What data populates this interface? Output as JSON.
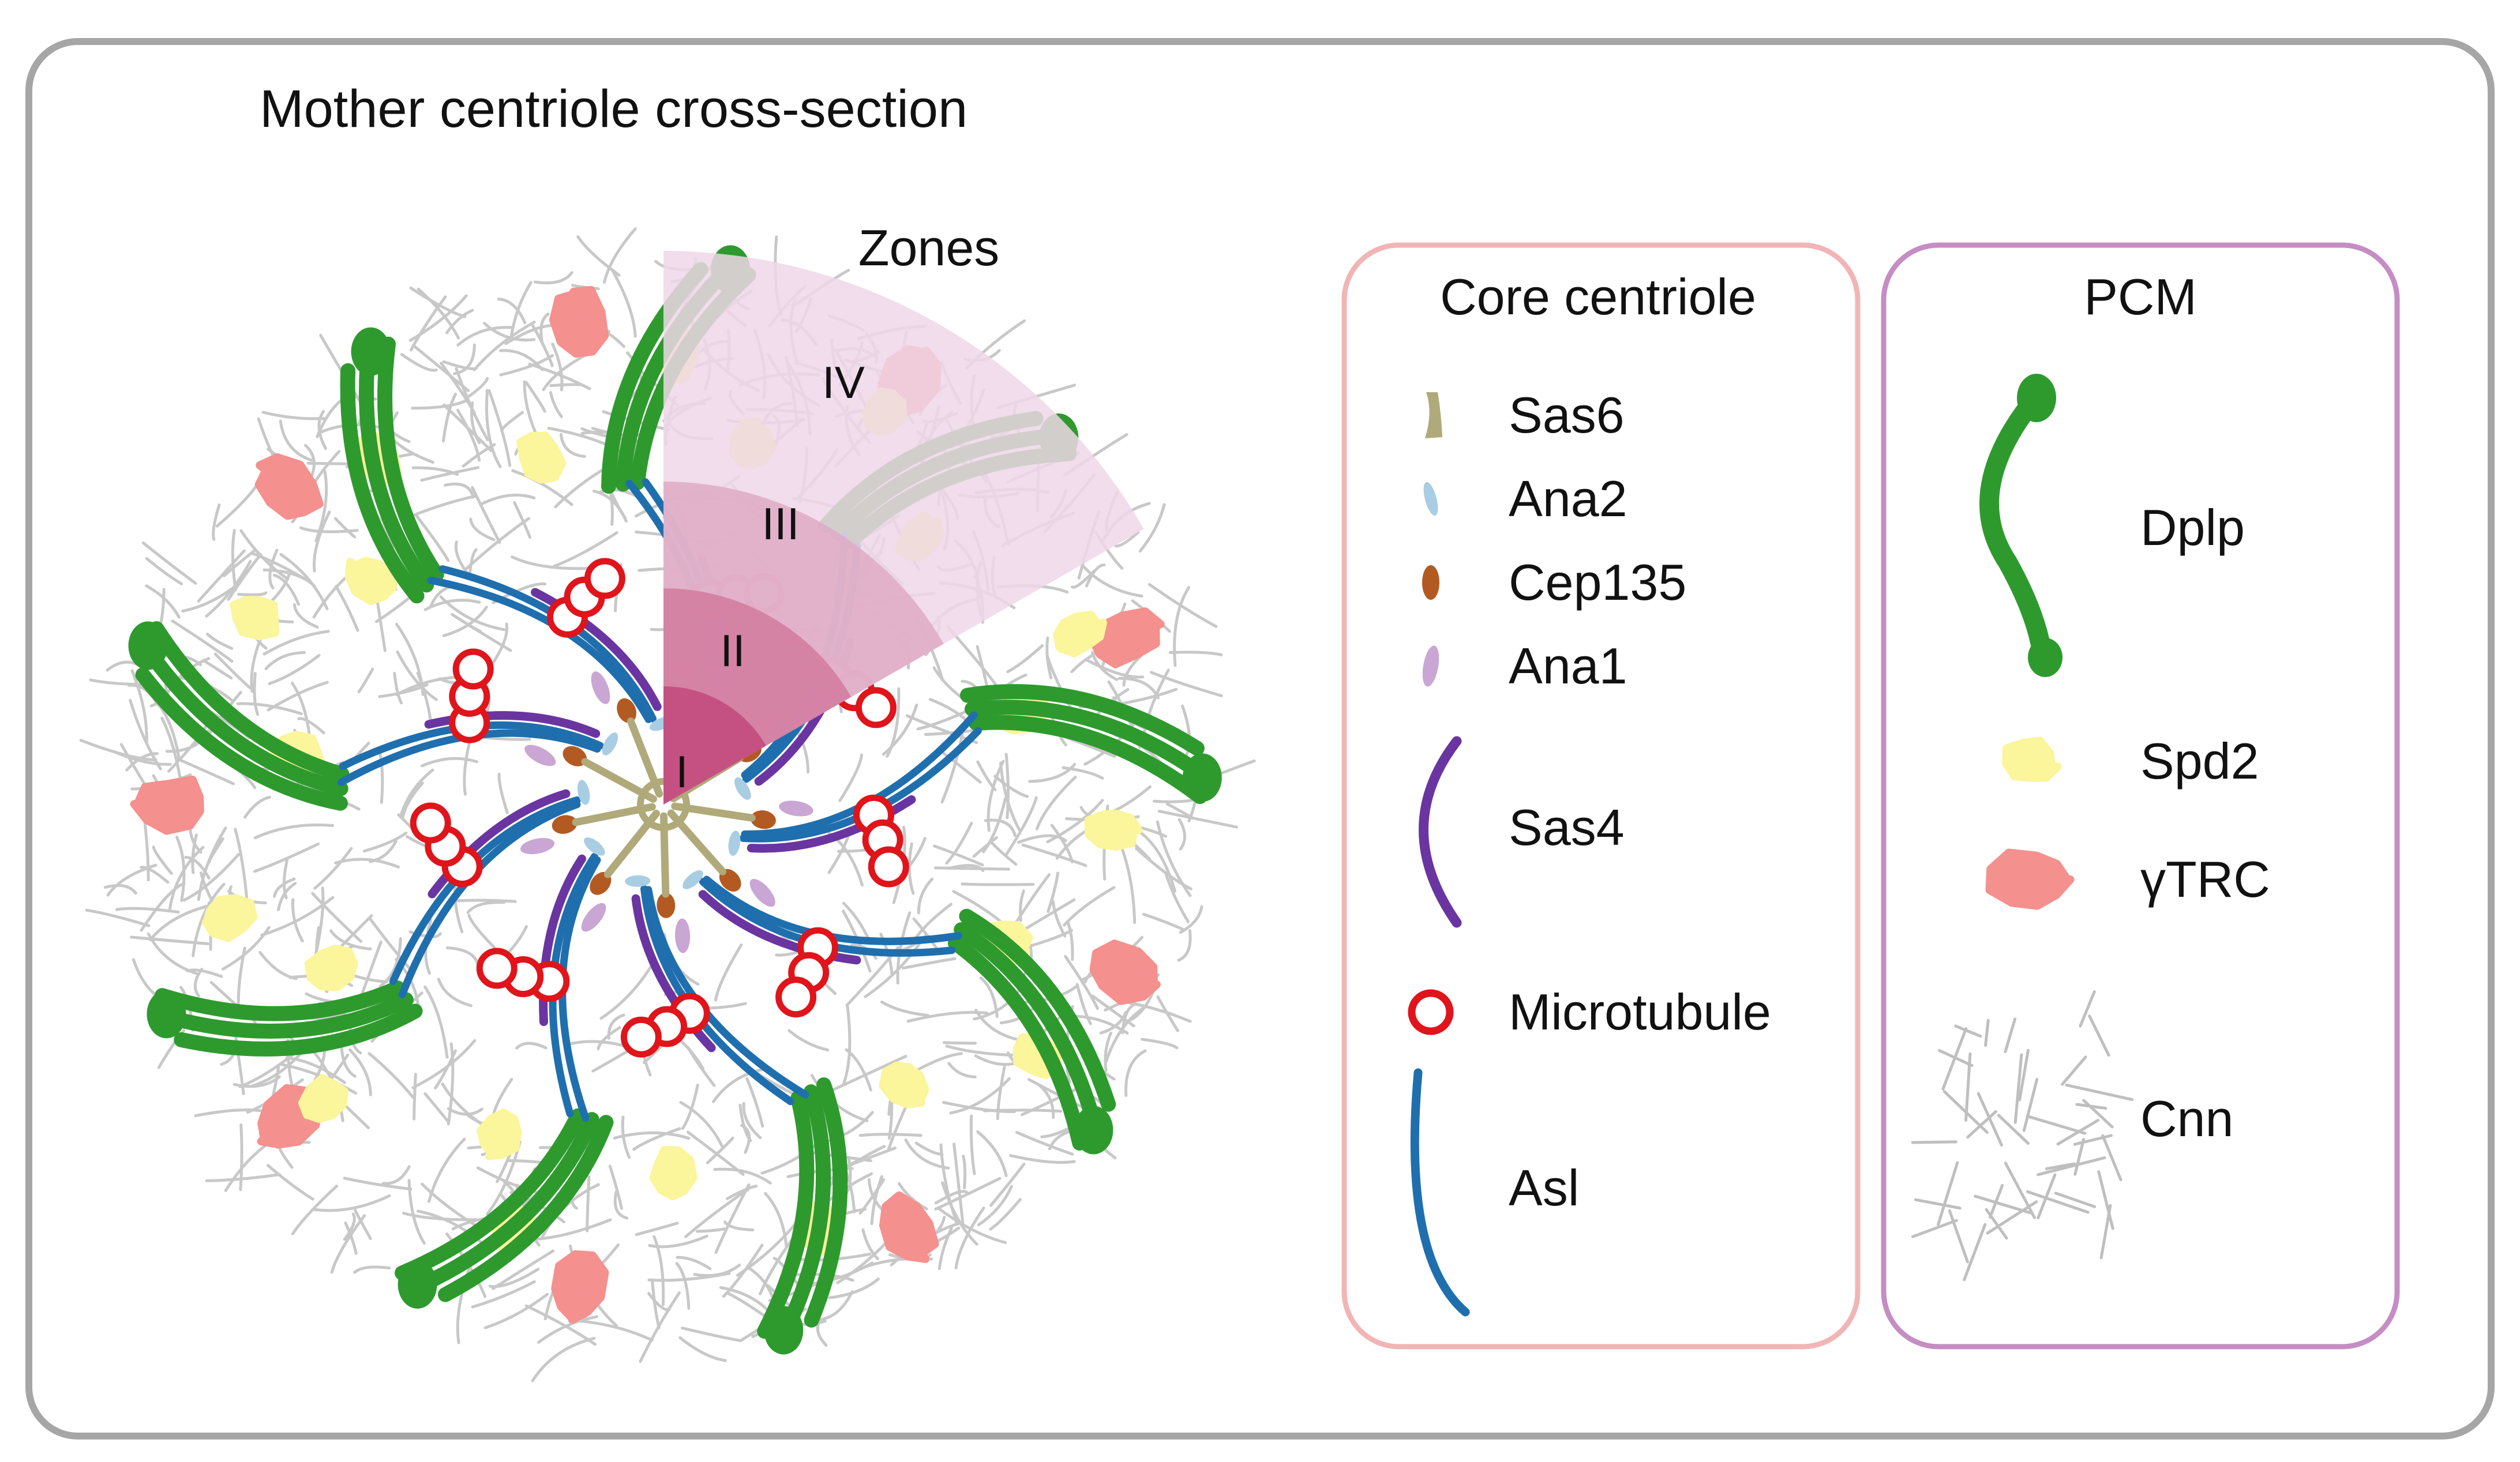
{
  "title": "Mother centriole cross-section",
  "zones": {
    "heading": "Zones",
    "labels": [
      "I",
      "II",
      "III",
      "IV"
    ],
    "colors": [
      "#c2497c",
      "#d27a9f",
      "#dfaac6",
      "#efd7e7"
    ]
  },
  "core_panel": {
    "title": "Core centriole",
    "border_color": "#f1b5b5",
    "items": [
      {
        "label": "Sas6",
        "icon": "sas6-icon",
        "color": "#b0a97a"
      },
      {
        "label": "Ana2",
        "icon": "ana2-icon",
        "color": "#a9cde3"
      },
      {
        "label": "Cep135",
        "icon": "cep135-icon",
        "color": "#b35a22"
      },
      {
        "label": "Ana1",
        "icon": "ana1-icon",
        "color": "#c9a6d3"
      },
      {
        "label": "Sas4",
        "icon": "sas4-icon",
        "color": "#6a35a0"
      },
      {
        "label": "Microtubule",
        "icon": "microtubule-icon",
        "color": "#e0141b"
      },
      {
        "label": "Asl",
        "icon": "asl-icon",
        "color": "#1f6fae"
      }
    ]
  },
  "pcm_panel": {
    "title": "PCM",
    "border_color": "#c58dc4",
    "items": [
      {
        "label": "Dplp",
        "icon": "dplp-icon",
        "color": "#2e9a2e"
      },
      {
        "label": "Spd2",
        "icon": "spd2-icon",
        "color": "#fbf59b"
      },
      {
        "label": "γTRC",
        "icon": "gtrc-icon",
        "color": "#f4908d"
      },
      {
        "label": "Cnn",
        "icon": "cnn-icon",
        "color": "#bfbfbf"
      }
    ]
  },
  "colors": {
    "frame": "#a6a6a6",
    "dplp": "#2e9a2e",
    "asl": "#1f6fae",
    "sas4": "#6a35a0",
    "microtubule": "#e0141b",
    "cep135": "#b35a22",
    "ana1": "#c9a6d3",
    "ana2": "#a9cde3",
    "sas6": "#b0a97a",
    "spd2": "#fbf59b",
    "gtrc": "#f4908d",
    "cnn": "#c8c8c8"
  }
}
